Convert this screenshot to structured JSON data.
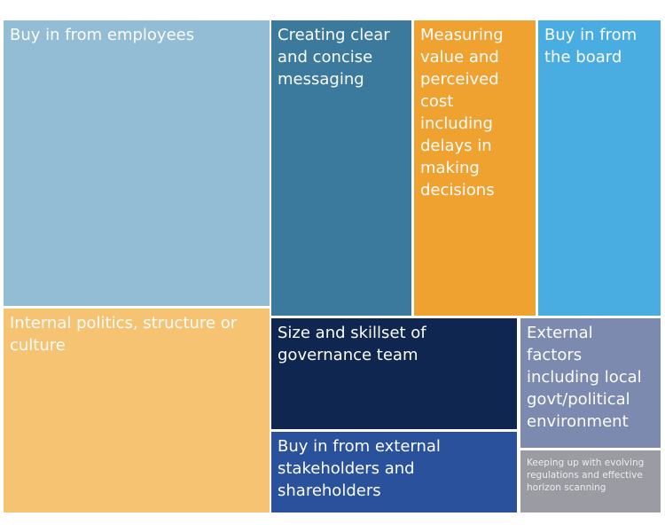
{
  "chart_data": {
    "type": "treemap",
    "title": "",
    "legend": "none",
    "notes": "Treemap of governance challenges; cell area encodes relative magnitude (no numeric labels shown in image). Percentages are estimates read from cell areas.",
    "items": [
      {
        "label": "Buy in from employees",
        "display_text": "Buy in from employees",
        "estimated_value_pct_of_total": 23,
        "color": "#92bdd4",
        "text_color": "#fcfcfc"
      },
      {
        "label": "Internal politics, structure or culture",
        "display_text": "Internal politics, structure or\nculture",
        "estimated_value_pct_of_total": 17,
        "color": "#f6c372",
        "text_color": "#fcfcfc"
      },
      {
        "label": "Creating clear and concise messaging",
        "display_text": "Creating clear\nand concise\nmessaging",
        "estimated_value_pct_of_total": 13,
        "color": "#3b7a9c",
        "text_color": "#fcfcfc"
      },
      {
        "label": "Measuring value and perceived cost including delays in making decisions",
        "display_text": "Measuring\nvalue and\nperceived\ncost\nincluding\ndelays in\nmaking\ndecisions",
        "estimated_value_pct_of_total": 11,
        "color": "#efa230",
        "text_color": "#fcfcfc"
      },
      {
        "label": "Buy in from the board",
        "display_text": "Buy in from\nthe board",
        "estimated_value_pct_of_total": 11,
        "color": "#49ade2",
        "text_color": "#fcfcfc"
      },
      {
        "label": "Size and skillset of governance team",
        "display_text": "Size and skillset of\ngovernance team",
        "estimated_value_pct_of_total": 8,
        "color": "#0f2750",
        "text_color": "#fcfcfc"
      },
      {
        "label": "Buy in from external stakeholders and shareholders",
        "display_text": "Buy in from external\nstakeholders and\nshareholders",
        "estimated_value_pct_of_total": 6,
        "color": "#2a519c",
        "text_color": "#fcfcfc"
      },
      {
        "label": "External factors including local govt/political environment",
        "display_text": "External\nfactors\nincluding local\ngovt/political\nenvironment",
        "estimated_value_pct_of_total": 6,
        "color": "#7c8ab0",
        "text_color": "#fcfcfc"
      },
      {
        "label": "Keeping up with evolving regulations and effective horizon scanning",
        "display_text": "Keeping up with evolving\nregulations and effective\nhorizon scanning",
        "estimated_value_pct_of_total": 3,
        "color": "#9b9ba3",
        "text_color": "#ececec"
      }
    ]
  }
}
